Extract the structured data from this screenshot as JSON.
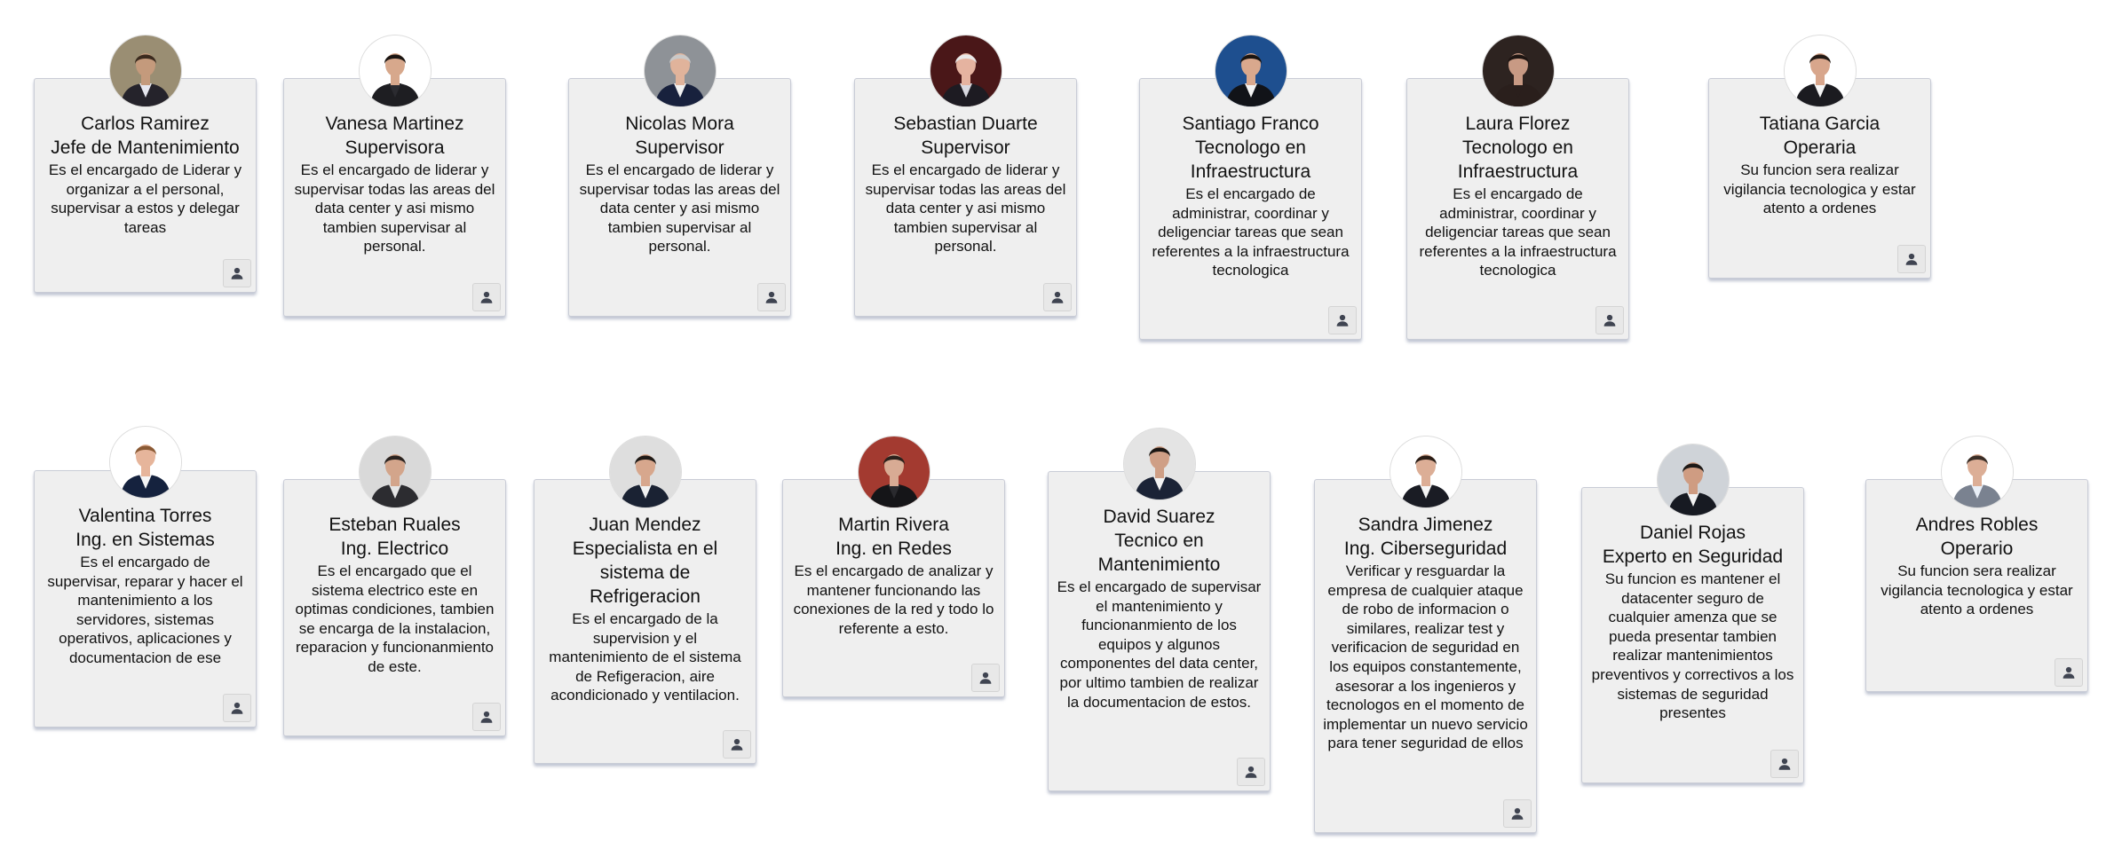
{
  "cards": [
    {
      "id": "carlos-ramirez",
      "name": "Carlos Ramirez",
      "role": "Jefe de Mantenimiento",
      "desc": "Es el encargado de Liderar y organizar a el personal, supervisar a estos y delegar tareas",
      "colors": {
        "bg": "#9a8e73",
        "hair": "#3a2a1e",
        "skin": "#c49a7c",
        "suit": "#25232b",
        "shirt": "#e6e6ee"
      }
    },
    {
      "id": "vanesa-martinez",
      "name": "Vanesa Martinez",
      "role": "Supervisora",
      "desc": "Es el encargado de liderar y supervisar todas las areas del data center y asi mismo tambien supervisar al personal.",
      "colors": {
        "bg": "#ffffff",
        "hair": "#1b1512",
        "skin": "#d7a88c",
        "suit": "#1e1e22",
        "shirt": "#2b2b30"
      }
    },
    {
      "id": "nicolas-mora",
      "name": "Nicolas Mora",
      "role": "Supervisor",
      "desc": "Es el encargado de liderar y supervisar todas las areas del data center y asi mismo tambien supervisar al personal.",
      "colors": {
        "bg": "#8e9297",
        "hair": "#c9c9c9",
        "skin": "#e0b39b",
        "suit": "#18213d",
        "shirt": "#f1f1f1"
      }
    },
    {
      "id": "sebastian-duarte",
      "name": "Sebastian Duarte",
      "role": "Supervisor",
      "desc": "Es el encargado de liderar y supervisar todas las areas del data center y asi mismo tambien supervisar al personal.",
      "colors": {
        "bg": "#4a1718",
        "hair": "#e9e9e9",
        "skin": "#e5b3a0",
        "suit": "#1d1b22",
        "shirt": "#d9d9e0"
      }
    },
    {
      "id": "santiago-franco",
      "name": "Santiago Franco",
      "role": "Tecnologo en Infraestructura",
      "desc": "Es el encargado de administrar, coordinar y deligenciar tareas que sean referentes a la infraestructura tecnologica",
      "colors": {
        "bg": "#1e4f8f",
        "hair": "#1a1410",
        "skin": "#d9a88d",
        "suit": "#111318",
        "shirt": "#f3f3f3"
      }
    },
    {
      "id": "laura-florez",
      "name": "Laura Florez",
      "role": "Tecnologo en Infraestructura",
      "desc": "Es el encargado de administrar, coordinar y deligenciar tareas que sean referentes a la infraestructura tecnologica",
      "colors": {
        "bg": "#2d2320",
        "hair": "#1e1512",
        "skin": "#c89a84",
        "suit": "#2a1f1c",
        "shirt": "#2a1f1c"
      }
    },
    {
      "id": "tatiana-garcia",
      "name": "Tatiana Garcia",
      "role": "Operaria",
      "desc": "Su funcion sera realizar vigilancia tecnologica y estar atento a ordenes",
      "colors": {
        "bg": "#ffffff",
        "hair": "#231a15",
        "skin": "#d8a68c",
        "suit": "#1b1b20",
        "shirt": "#f5f5f5"
      }
    },
    {
      "id": "valentina-torres",
      "name": "Valentina Torres",
      "role": "Ing. en Sistemas",
      "desc": "Es el encargado de supervisar, reparar y hacer el mantenimiento a los servidores, sistemas operativos, aplicaciones y documentacion de ese",
      "colors": {
        "bg": "#ffffff",
        "hair": "#8a5a35",
        "skin": "#e6b59b",
        "suit": "#15223e",
        "shirt": "#f5f5f5"
      }
    },
    {
      "id": "esteban-ruales",
      "name": "Esteban Ruales",
      "role": "Ing. Electrico",
      "desc": "Es el encargado que el sistema electrico este en optimas condiciones, tambien se encarga de la instalacion, reparacion y funcionanmiento de este.",
      "colors": {
        "bg": "#d9d9d9",
        "hair": "#2a2320",
        "skin": "#d3a58b",
        "suit": "#2c2c30",
        "shirt": "#e5e5e5"
      }
    },
    {
      "id": "juan-mendez",
      "name": "Juan Mendez",
      "role": "Especialista en el sistema de Refrigeracion",
      "desc": "Es el encargado de la supervision y el mantenimiento de el sistema de Refigeracion, aire acondicionado y ventilacion.",
      "colors": {
        "bg": "#dedede",
        "hair": "#1f1a17",
        "skin": "#d7a78d",
        "suit": "#1a2233",
        "shirt": "#f1f1f1"
      }
    },
    {
      "id": "martin-rivera",
      "name": "Martin Rivera",
      "role": "Ing. en Redes",
      "desc": "Es el encargado de analizar y mantener funcionando las conexiones de la red y todo lo referente a esto.",
      "colors": {
        "bg": "#a33a30",
        "hair": "#2b211c",
        "skin": "#d8ab94",
        "suit": "#151518",
        "shirt": "#2a2a2e"
      }
    },
    {
      "id": "david-suarez",
      "name": "David Suarez",
      "role": "Tecnico en Mantenimiento",
      "desc": "Es el encargado de supervisar el mantenimiento y funcionanmiento de los equipos y algunos componentes del data center, por ultimo tambien de realizar la documentacion de estos.",
      "colors": {
        "bg": "#e4e4e4",
        "hair": "#1c1714",
        "skin": "#cf9f86",
        "suit": "#1b2336",
        "shirt": "#f2f2f2"
      }
    },
    {
      "id": "sandra-jimenez",
      "name": "Sandra Jimenez",
      "role": "Ing. Ciberseguridad",
      "desc": "Verificar y resguardar la empresa de cualquier ataque de robo de informacion o similares, realizar test y verificacion de seguridad en los equipos constantemente, asesorar a los ingenieros y tecnologos en el momento de implementar un nuevo servicio para tener seguridad de ellos",
      "colors": {
        "bg": "#ffffff",
        "hair": "#2a1d16",
        "skin": "#dcae96",
        "suit": "#1a1c24",
        "shirt": "#f6f6f6"
      }
    },
    {
      "id": "daniel-rojas",
      "name": "Daniel Rojas",
      "role": "Experto en Seguridad",
      "desc": "Su funcion es mantener el datacenter seguro de cualquier amenza que se pueda presentar tambien realizar mantenimientos preventivos y correctivos a los sistemas de seguridad presentes",
      "colors": {
        "bg": "#cfd3d8",
        "hair": "#1d1917",
        "skin": "#cf9c82",
        "suit": "#171a22",
        "shirt": "#f2f2f2"
      }
    },
    {
      "id": "andres-robles",
      "name": "Andres Robles",
      "role": "Operario",
      "desc": "Su funcion sera realizar vigilancia tecnologica y estar atento a ordenes",
      "colors": {
        "bg": "#ffffff",
        "hair": "#3a2e27",
        "skin": "#dcae96",
        "suit": "#7a8290",
        "shirt": "#e8eef6"
      }
    }
  ],
  "ui": {
    "icon_color": "#3f4451",
    "card_bg": "#efefef"
  }
}
